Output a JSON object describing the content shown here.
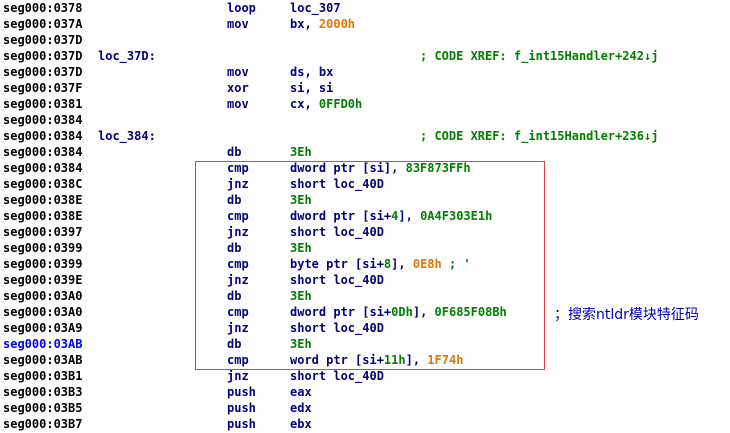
{
  "listing": [
    {
      "addr": "seg000:0378",
      "mnem": "loop",
      "ops": [
        {
          "t": "loc_307"
        }
      ]
    },
    {
      "addr": "seg000:037A",
      "mnem": "mov",
      "ops": [
        {
          "t": "bx, "
        },
        {
          "t": "2000h",
          "c": "orange"
        }
      ]
    },
    {
      "addr": "seg000:037D"
    },
    {
      "addr": "seg000:037D",
      "label": "loc_37D:",
      "comment": "; CODE XREF: f_int15Handler+242↓j"
    },
    {
      "addr": "seg000:037D",
      "mnem": "mov",
      "ops": [
        {
          "t": "ds, bx"
        }
      ]
    },
    {
      "addr": "seg000:037F",
      "mnem": "xor",
      "ops": [
        {
          "t": "si, si"
        }
      ]
    },
    {
      "addr": "seg000:0381",
      "mnem": "mov",
      "ops": [
        {
          "t": "cx, "
        },
        {
          "t": "0FFD0h",
          "c": "imm"
        }
      ]
    },
    {
      "addr": "seg000:0384"
    },
    {
      "addr": "seg000:0384",
      "label": "loc_384:",
      "comment": "; CODE XREF: f_int15Handler+236↓j"
    },
    {
      "addr": "seg000:0384",
      "mnem": "db",
      "ops": [
        {
          "t": "3Eh",
          "c": "imm"
        }
      ]
    },
    {
      "addr": "seg000:0384",
      "mnem": "cmp",
      "ops": [
        {
          "t": "dword ptr [si], "
        },
        {
          "t": "83F873FFh",
          "c": "imm"
        }
      ]
    },
    {
      "addr": "seg000:038C",
      "mnem": "jnz",
      "ops": [
        {
          "t": "short loc_40D"
        }
      ]
    },
    {
      "addr": "seg000:038E",
      "mnem": "db",
      "ops": [
        {
          "t": "3Eh",
          "c": "imm"
        }
      ]
    },
    {
      "addr": "seg000:038E",
      "mnem": "cmp",
      "ops": [
        {
          "t": "dword ptr [si+"
        },
        {
          "t": "4",
          "c": "imm"
        },
        {
          "t": "], "
        },
        {
          "t": "0A4F303E1h",
          "c": "imm"
        }
      ]
    },
    {
      "addr": "seg000:0397",
      "mnem": "jnz",
      "ops": [
        {
          "t": "short loc_40D"
        }
      ]
    },
    {
      "addr": "seg000:0399",
      "mnem": "db",
      "ops": [
        {
          "t": "3Eh",
          "c": "imm"
        }
      ]
    },
    {
      "addr": "seg000:0399",
      "mnem": "cmp",
      "ops": [
        {
          "t": "byte ptr [si+"
        },
        {
          "t": "8",
          "c": "imm"
        },
        {
          "t": "], "
        },
        {
          "t": "0E8h",
          "c": "orange"
        },
        {
          "t": " ; '",
          "c": "inline-cmt"
        }
      ]
    },
    {
      "addr": "seg000:039E",
      "mnem": "jnz",
      "ops": [
        {
          "t": "short loc_40D"
        }
      ]
    },
    {
      "addr": "seg000:03A0",
      "mnem": "db",
      "ops": [
        {
          "t": "3Eh",
          "c": "imm"
        }
      ]
    },
    {
      "addr": "seg000:03A0",
      "mnem": "cmp",
      "ops": [
        {
          "t": "dword ptr [si+"
        },
        {
          "t": "0Dh",
          "c": "imm"
        },
        {
          "t": "], "
        },
        {
          "t": "0F685F08Bh",
          "c": "imm"
        }
      ]
    },
    {
      "addr": "seg000:03A9",
      "mnem": "jnz",
      "ops": [
        {
          "t": "short loc_40D"
        }
      ]
    },
    {
      "addr": "seg000:03AB",
      "mnem": "db",
      "ops": [
        {
          "t": "3Eh",
          "c": "imm"
        }
      ],
      "highlight": true
    },
    {
      "addr": "seg000:03AB",
      "mnem": "cmp",
      "ops": [
        {
          "t": "word ptr [si+"
        },
        {
          "t": "11h",
          "c": "imm"
        },
        {
          "t": "], "
        },
        {
          "t": "1F74h",
          "c": "orange"
        }
      ]
    },
    {
      "addr": "seg000:03B1",
      "mnem": "jnz",
      "ops": [
        {
          "t": "short loc_40D"
        }
      ]
    },
    {
      "addr": "seg000:03B3",
      "mnem": "push",
      "ops": [
        {
          "t": "eax"
        }
      ]
    },
    {
      "addr": "seg000:03B5",
      "mnem": "push",
      "ops": [
        {
          "t": "edx"
        }
      ]
    },
    {
      "addr": "seg000:03B7",
      "mnem": "push",
      "ops": [
        {
          "t": "ebx"
        }
      ]
    }
  ],
  "annotation": {
    "text": "；搜索ntldr模块特征码"
  },
  "colors": {
    "address": "#000000",
    "address_highlight": "#0000ff",
    "code": "#000080",
    "immediate": "#008000",
    "immediate_alt": "#e07800",
    "comment": "#008000",
    "box_border": "#e04040",
    "annotation": "#0000c0"
  }
}
